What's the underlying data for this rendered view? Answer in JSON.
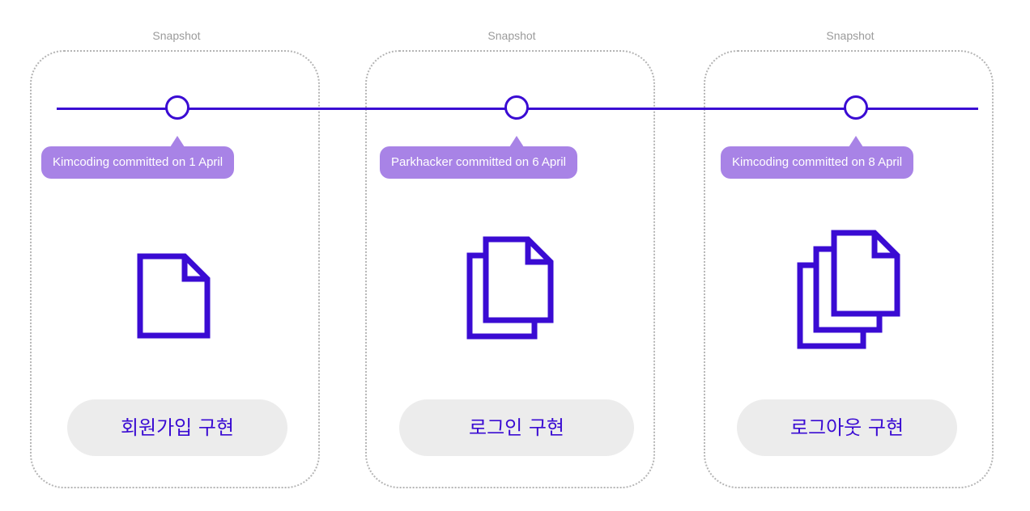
{
  "colors": {
    "timeline": "#3a0bd3",
    "badge_bg": "#a883e6",
    "badge_text": "#ffffff",
    "card_border": "#b5b5b5",
    "label_text": "#9b9b9b",
    "pill_bg": "#ececec",
    "icon": "#3a0bd3"
  },
  "snapshots": [
    {
      "label": "Snapshot",
      "commit": "Kimcoding committed on 1 April",
      "feature": "회원가입 구현",
      "icon": "file-icon",
      "file_count": 1
    },
    {
      "label": "Snapshot",
      "commit": "Parkhacker committed on 6 April",
      "feature": "로그인 구현",
      "icon": "files-icon",
      "file_count": 2
    },
    {
      "label": "Snapshot",
      "commit": "Kimcoding committed on 8 April",
      "feature": "로그아웃 구현",
      "icon": "files-icon",
      "file_count": 3
    }
  ]
}
